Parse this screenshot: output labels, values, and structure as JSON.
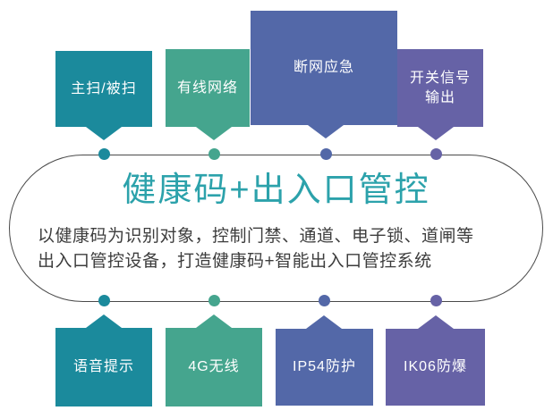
{
  "diagram": {
    "title": "健康码+出入口管控",
    "description": "以健康码为识别对象，控制门禁、通道、电子锁、道闸等出入口管控设备，打造健康码+智能出入口管控系统"
  },
  "top_features": [
    {
      "label": "主扫/被扫",
      "color": "#1b8a9c"
    },
    {
      "label": "有线网络",
      "color": "#45a58e"
    },
    {
      "label": "断网应急",
      "color": "#5368a8"
    },
    {
      "label": "开关信号\n输出",
      "color": "#6662a6"
    }
  ],
  "bottom_features": [
    {
      "label": "语音提示",
      "color": "#1b8a9c"
    },
    {
      "label": "4G无线",
      "color": "#45a58e"
    },
    {
      "label": "IP54防护",
      "color": "#5368a8"
    },
    {
      "label": "IK06防爆",
      "color": "#6662a6"
    }
  ],
  "colors": {
    "teal": "#1b8a9c",
    "green": "#45a58e",
    "blue": "#5368a8",
    "purple": "#6662a6",
    "title_teal": "#2ca2ab",
    "outline_gray": "#4a4a4a",
    "description_text": "#3d3d3d",
    "background": "#ffffff"
  }
}
